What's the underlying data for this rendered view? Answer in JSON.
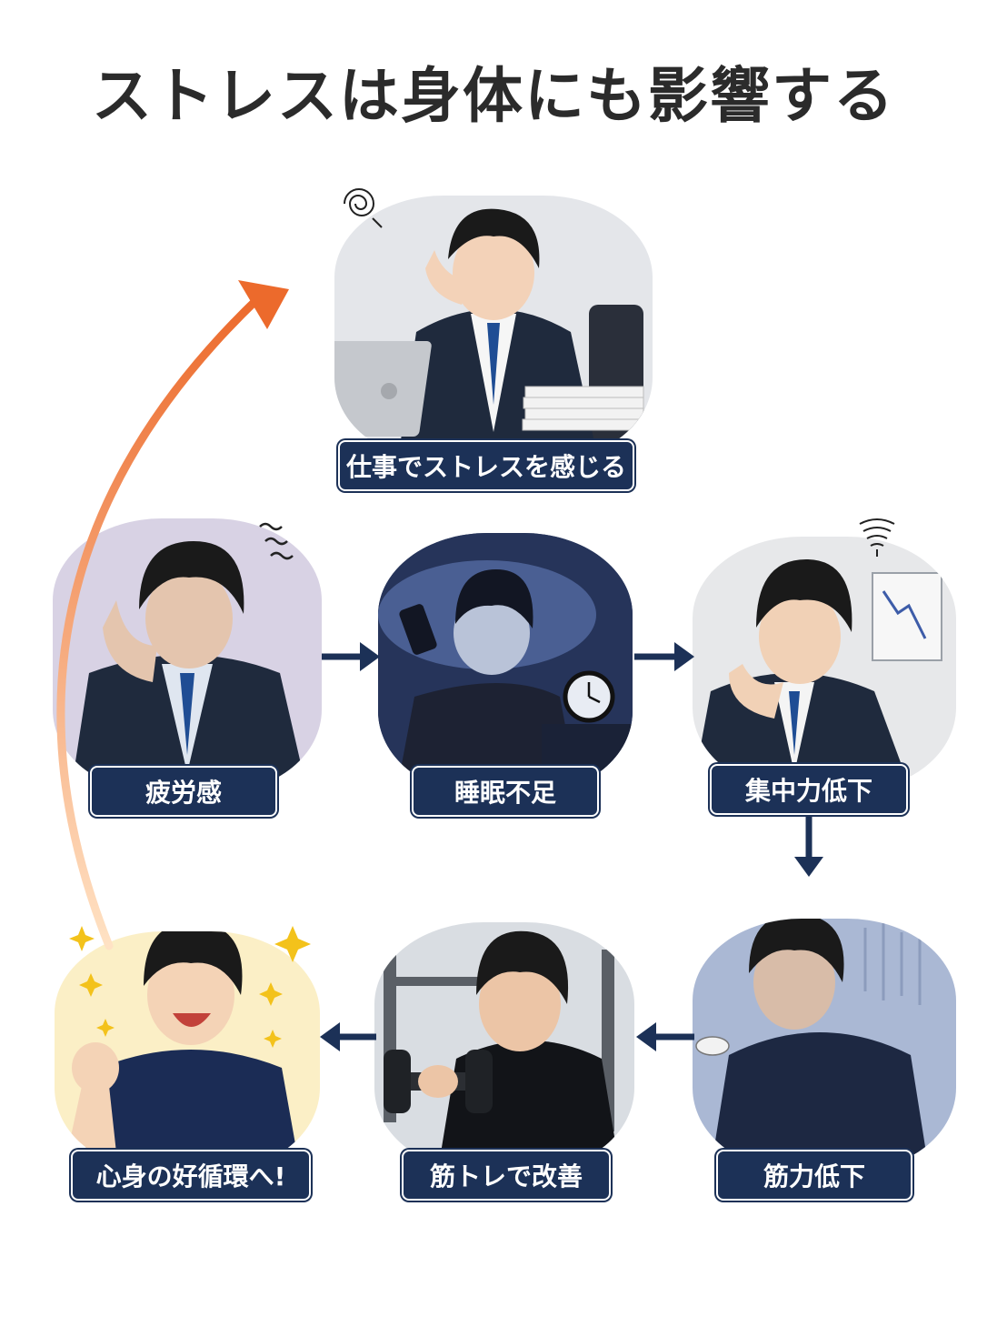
{
  "title": "ストレスは身体にも影響する",
  "steps": [
    {
      "label": "仕事でストレスを感じる"
    },
    {
      "label": "疲労感"
    },
    {
      "label": "睡眠不足"
    },
    {
      "label": "集中力低下"
    },
    {
      "label": "筋力低下"
    },
    {
      "label": "筋トレで改善"
    },
    {
      "label": "心身の好循環へ!"
    }
  ],
  "colors": {
    "label_bg": "#1c3157",
    "flow_arrow": "#1c3157",
    "cycle_arrow_start": "#ffd9b0",
    "cycle_arrow_end": "#ec6a2c"
  }
}
